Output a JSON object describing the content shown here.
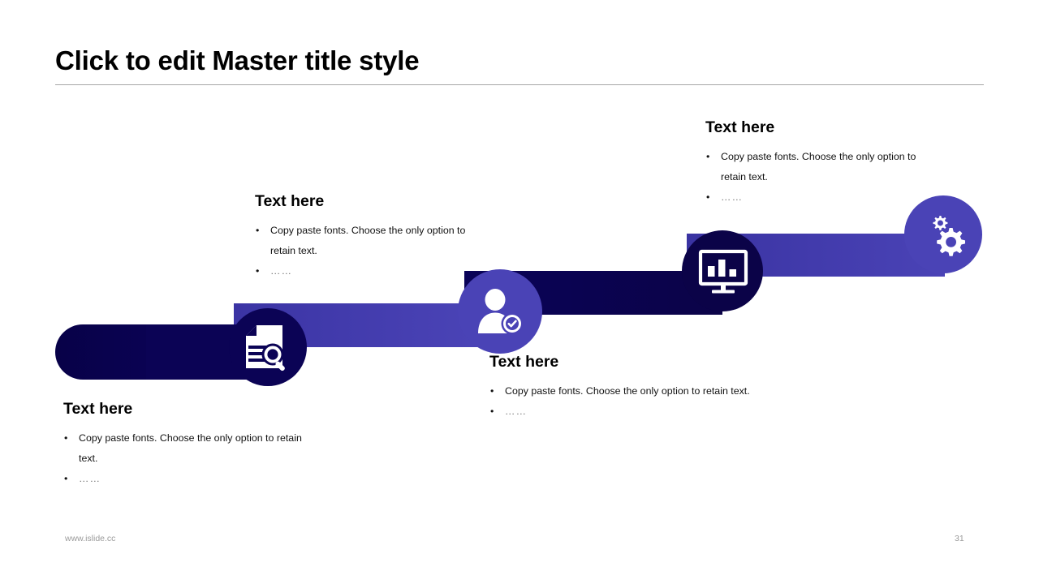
{
  "slide": {
    "title": "Click to edit Master title style",
    "page_number": "31",
    "website": "www.islide.cc"
  },
  "theme": {
    "navy": "#0A0355",
    "navy_dark": "#07013F",
    "purple": "#4039AD",
    "purple_light": "#514AC0",
    "icon_fill": "#FFFFFF",
    "title_color": "#000000",
    "rule_color": "#A6A6A6",
    "footer_color": "#9B9B9B"
  },
  "steps": [
    {
      "id": "step-1",
      "icon": "document-search-icon",
      "band_color": "#0A0355",
      "heading": "Text here",
      "bullets": [
        "Copy paste fonts. Choose the only option to retain text.",
        "……"
      ]
    },
    {
      "id": "step-2",
      "icon": "user-verified-icon",
      "band_color": "#4039AD",
      "heading": "Text here",
      "bullets": [
        "Copy paste fonts. Choose the only option to retain text.",
        "……"
      ]
    },
    {
      "id": "step-3",
      "icon": "monitor-chart-icon",
      "band_color": "#0A0355",
      "heading": "Text here",
      "bullets": [
        "Copy paste fonts. Choose the only option to retain text.",
        "……"
      ]
    },
    {
      "id": "step-4",
      "icon": "gears-icon",
      "band_color": "#4039AD",
      "heading": "Text here",
      "bullets": [
        "Copy paste fonts. Choose the only option to retain text.",
        "……"
      ]
    }
  ],
  "bullet_marker": "•"
}
